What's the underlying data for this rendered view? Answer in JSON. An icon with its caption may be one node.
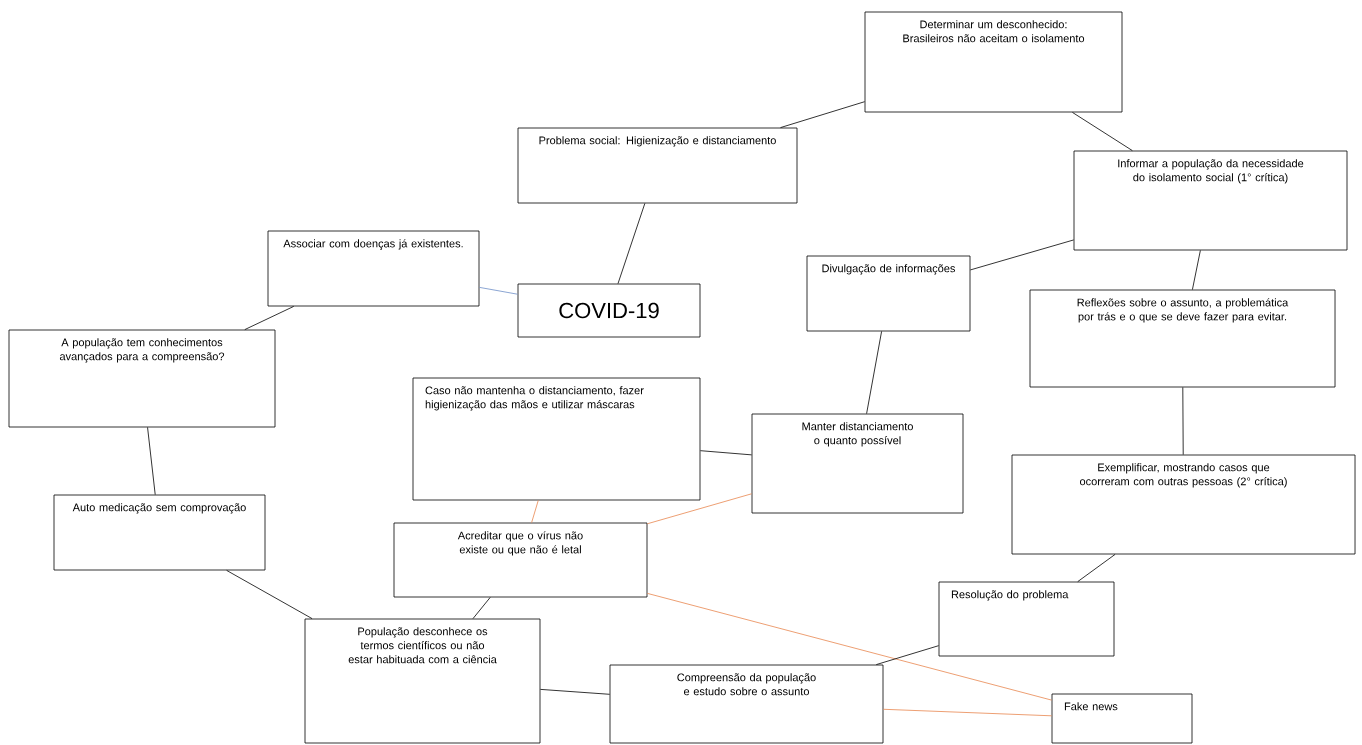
{
  "diagram": {
    "nodes": [
      {
        "text": [
          "Determinar um desconhecido: Brasileiros não aceitam o isolamento"
        ]
      },
      {
        "text": [
          "Problema social: Higienização e distanciamento"
        ]
      },
      {
        "text": [
          "Informar a população da necessidade do isolamento social (1° crítica)"
        ]
      },
      {
        "text": [
          "Associar com doenças já existentes."
        ]
      },
      {
        "text": [
          "COVID-19"
        ]
      },
      {
        "text": [
          "Divulgação de informações"
        ]
      },
      {
        "text": [
          "Reflexões sobre o assunto, a problemática por trás e o que se deve fazer para evitar."
        ]
      },
      {
        "text": [
          "A população tem conhecimentos avançados para a compreensão?"
        ]
      },
      {
        "text": [
          "Caso não mantenha o distanciamento, fazer higienização das mãos e utilizar máscaras"
        ]
      },
      {
        "text": [
          "Manter distanciamento o quanto possível"
        ]
      },
      {
        "text": [
          "Exemplificar, mostrando casos que ocorreram com outras pessoas (2° crítica)"
        ]
      },
      {
        "text": [
          "Auto medicação sem comprovação"
        ]
      },
      {
        "text": [
          "Acreditar que o vírus não existe ou que não é letal"
        ]
      },
      {
        "text": [
          "Resolução do problema"
        ]
      },
      {
        "text": [
          "População desconhece os termos científicos ou não estar habituada com a ciência"
        ]
      },
      {
        "text": [
          "Compreensão da população e estudo sobre o assunto"
        ]
      },
      {
        "text": [
          "Fake news"
        ]
      }
    ],
    "edges": [
      {
        "from": 1,
        "to": 0,
        "arrow": "none"
      },
      {
        "from": 0,
        "to": 2,
        "arrow": "none"
      },
      {
        "from": 1,
        "to": 4,
        "arrow": "none"
      },
      {
        "from": 3,
        "to": 4,
        "arrow": "none",
        "color": "#6f8fc8"
      },
      {
        "from": 3,
        "to": 7,
        "arrow": "none"
      },
      {
        "from": 2,
        "to": 5,
        "arrow": "none"
      },
      {
        "from": 2,
        "to": 6,
        "arrow": "none"
      },
      {
        "from": 5,
        "to": 9,
        "arrow": "none"
      },
      {
        "from": 6,
        "to": 10,
        "arrow": "none"
      },
      {
        "from": 9,
        "to": 8,
        "arrow": "none"
      },
      {
        "from": 7,
        "to": 11,
        "arrow": "none"
      },
      {
        "from": 8,
        "to": 12,
        "arrow": "none",
        "color": "#e8864f"
      },
      {
        "from": 9,
        "to": 12,
        "arrow": "none",
        "color": "#e8864f"
      },
      {
        "from": 12,
        "to": 16,
        "arrow": "none",
        "color": "#e8864f"
      },
      {
        "from": 11,
        "to": 14,
        "arrow": "none"
      },
      {
        "from": 12,
        "to": 14,
        "arrow": "none"
      },
      {
        "from": 14,
        "to": 15,
        "arrow": "none"
      },
      {
        "from": 10,
        "to": 13,
        "arrow": "none"
      },
      {
        "from": 13,
        "to": 15,
        "arrow": "none"
      },
      {
        "from": 15,
        "to": 16,
        "arrow": "none",
        "color": "#e8864f"
      }
    ]
  }
}
